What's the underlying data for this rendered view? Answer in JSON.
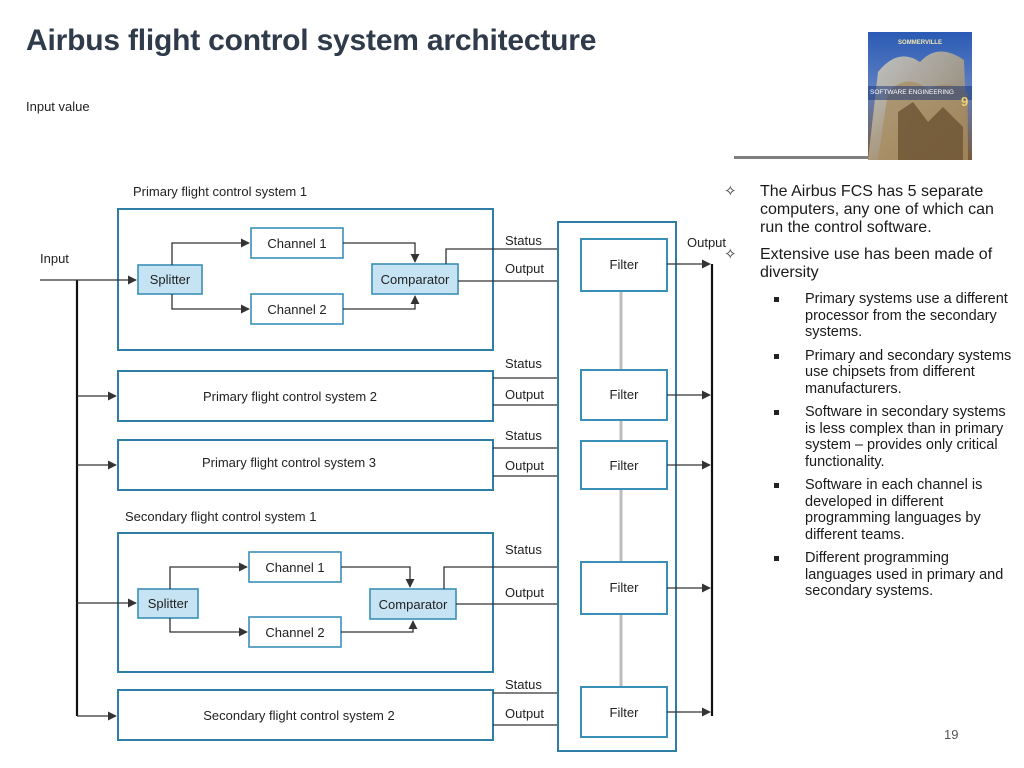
{
  "slide": {
    "title": "Airbus flight control system architecture",
    "page_number": "19"
  },
  "book_cover": {
    "series_text": "SOMMERVILLE",
    "title_text": "SOFTWARE ENGINEERING",
    "edition": "9"
  },
  "diagram": {
    "caption": "Input value",
    "input_label": "Input",
    "output_label": "Output",
    "status_label": "Status",
    "port_output_label": "Output",
    "primary_system_1": {
      "label": "Primary flight control system 1",
      "splitter": "Splitter",
      "channel_1": "Channel 1",
      "channel_2": "Channel 2",
      "comparator": "Comparator"
    },
    "primary_system_2": "Primary flight control system 2",
    "primary_system_3": "Primary flight control system 3",
    "secondary_system_1": {
      "label": "Secondary flight control system 1",
      "splitter": "Splitter",
      "channel_1": "Channel 1",
      "channel_2": "Channel 2",
      "comparator": "Comparator"
    },
    "secondary_system_2": "Secondary flight control system 2",
    "filter_label": "Filter"
  },
  "bullets": [
    {
      "marker": "✧",
      "text": "The Airbus FCS has 5 separate computers, any one of which can run the control software.",
      "children": []
    },
    {
      "marker": "✧",
      "text": "Extensive use has been made of diversity",
      "children": [
        "Primary systems use a different processor from the secondary systems.",
        "Primary and secondary systems use chipsets from different manufacturers.",
        "Software in secondary systems is less complex than in primary system – provides only critical functionality.",
        "Software in each channel is developed in different programming languages by different teams.",
        "Different programming languages used in primary and secondary systems."
      ]
    }
  ],
  "colors": {
    "title": "#2f3a4a",
    "box_border": "#2e7ea6",
    "box_fill": "#c6e3f3"
  }
}
